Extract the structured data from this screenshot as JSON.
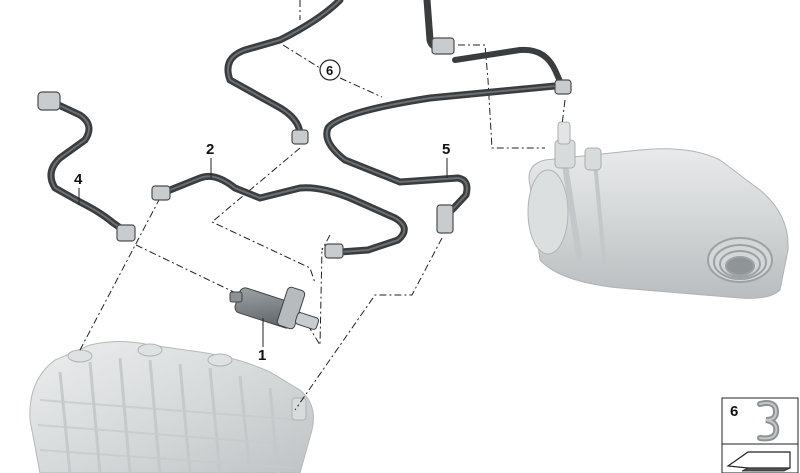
{
  "callouts": {
    "part_1": "1",
    "part_2": "2",
    "part_4": "4",
    "part_5": "5",
    "part_6": "6"
  },
  "legend": {
    "item_label": "6"
  },
  "colors": {
    "hose": "#3a3d3f",
    "hose_highlight": "#6b6f72",
    "part_shade": "#c9ccce",
    "part_light": "#e4e6e7",
    "leader_line": "#222222"
  }
}
